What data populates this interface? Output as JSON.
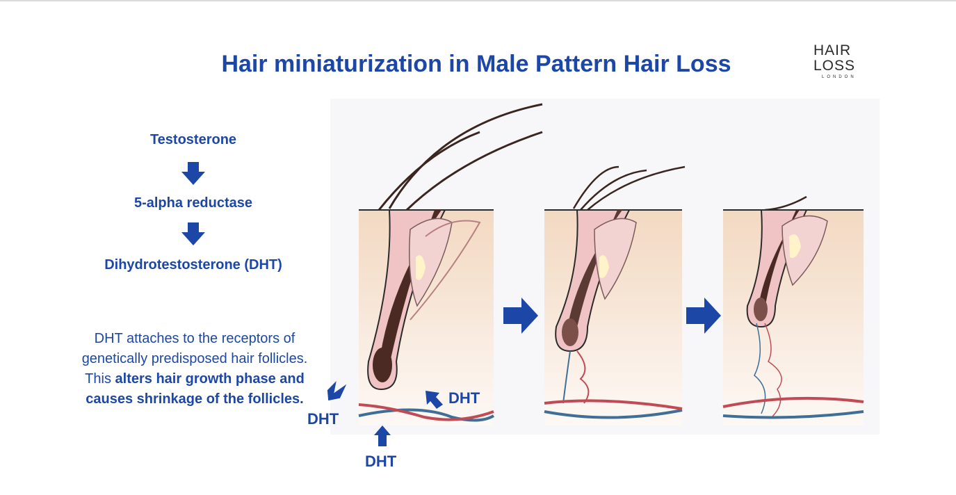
{
  "title": "Hair miniaturization in Male Pattern Hair Loss",
  "logo": {
    "line1": "HAIR",
    "line2": "LOSS",
    "line3": "LONDON"
  },
  "flow": {
    "step1": "Testosterone",
    "step2": "5-alpha reductase",
    "step3": "Dihydrotestosterone (DHT)"
  },
  "description": {
    "part1": "DHT attaches to the receptors of genetically predisposed hair follicles. This ",
    "bold": "alters hair growth phase and causes shrinkage of the follicles."
  },
  "dht_labels": {
    "left": "DHT",
    "bottom": "DHT",
    "right": "DHT"
  },
  "colors": {
    "accent": "#1d47a6",
    "follicle": "#f0c4c4",
    "hair": "#4a2a22",
    "vessel_red": "#c04b55",
    "vessel_blue": "#3f6f96"
  }
}
